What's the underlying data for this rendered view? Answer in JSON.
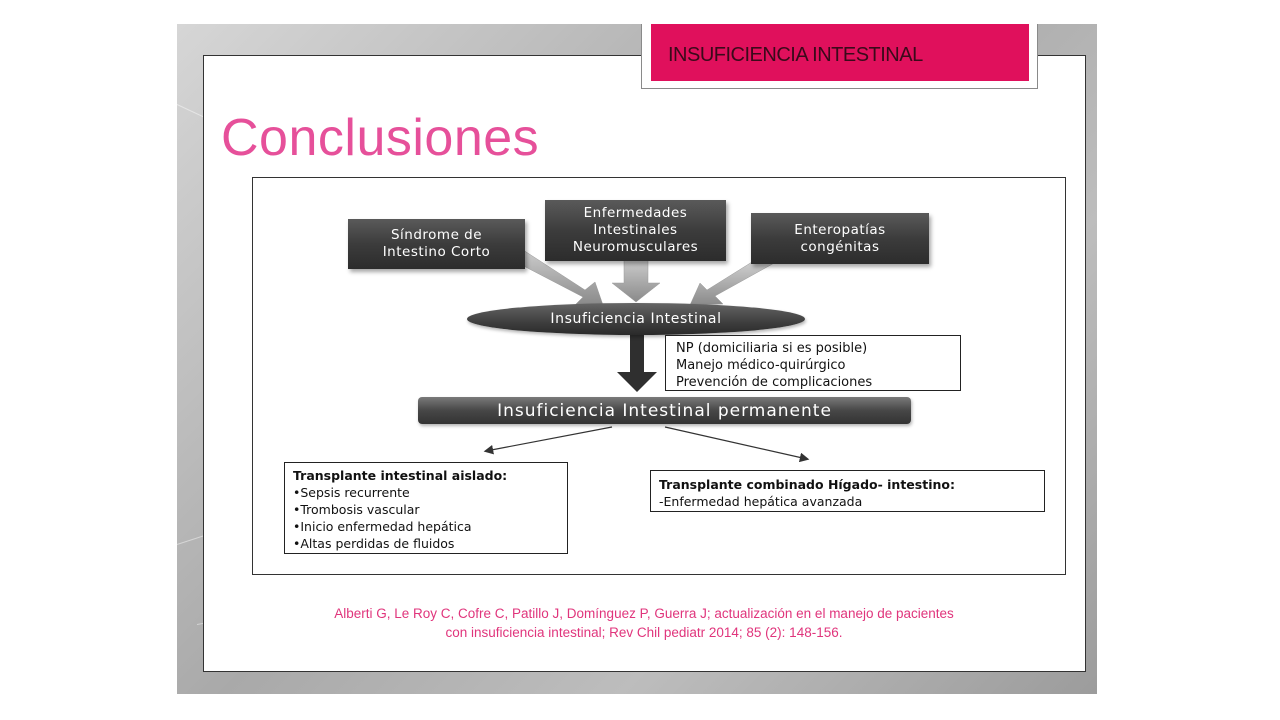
{
  "header": {
    "tab_label": "INSUFICIENCIA INTESTINAL"
  },
  "page_title": "Conclusiones",
  "diagram": {
    "causes": [
      {
        "label_lines": [
          "Síndrome de",
          "Intestino Corto"
        ]
      },
      {
        "label_lines": [
          "Enfermedades",
          "Intestinales",
          "Neuromusculares"
        ]
      },
      {
        "label_lines": [
          "Enteropatías",
          "congénitas"
        ]
      }
    ],
    "center_node": "Insuficiencia Intestinal",
    "management": {
      "lines": [
        "NP (domiciliaria si es posible)",
        "Manejo médico-quirúrgico",
        "Prevención de complicaciones"
      ]
    },
    "permanent_node": "Insuficiencia Intestinal permanente",
    "left_outcome": {
      "title": "Transplante intestinal aislado:",
      "items": [
        "•Sepsis recurrente",
        "•Trombosis vascular",
        "•Inicio enfermedad hepática",
        "•Altas perdidas de fluidos"
      ]
    },
    "right_outcome": {
      "title": "Transplante combinado Hígado- intestino:",
      "items": [
        "-Enfermedad hepática avanzada"
      ]
    }
  },
  "citation": {
    "line1": "Alberti G, Le Roy C, Cofre C, Patillo J, Domínguez P, Guerra J; actualización en el manejo de pacientes",
    "line2": "con insuficiencia intestinal; Rev Chil pediatr 2014; 85 (2): 148-156."
  },
  "colors": {
    "accent": "#e0105c",
    "title_pink": "#e6509a",
    "citation_pink": "#e0357c"
  }
}
